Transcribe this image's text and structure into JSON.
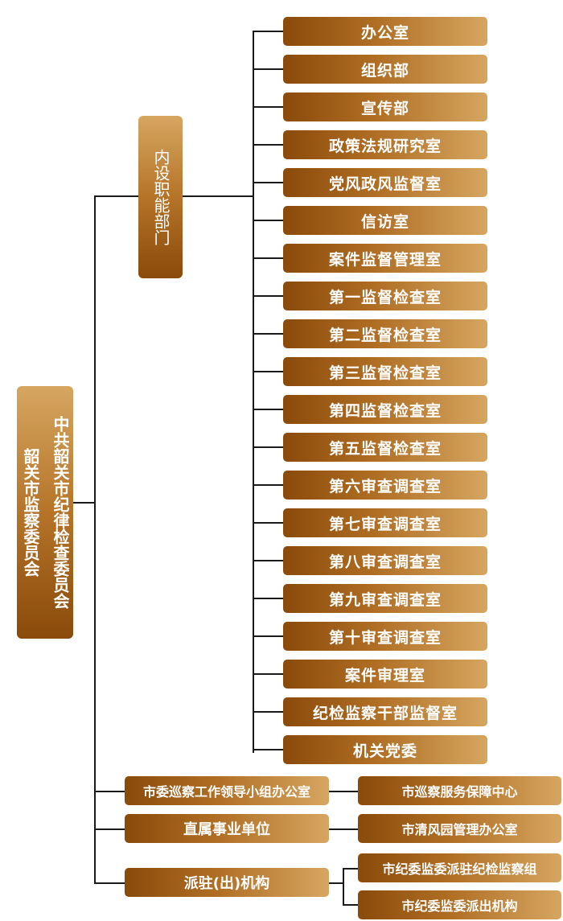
{
  "root": {
    "line1": "中共韶关市纪律检查委员会",
    "line2": "韶关市监察委员会"
  },
  "internal_group": {
    "label": "内设职能部门"
  },
  "departments": [
    "办公室",
    "组织部",
    "宣传部",
    "政策法规研究室",
    "党风政风监督室",
    "信访室",
    "案件监督管理室",
    "第一监督检查室",
    "第二监督检查室",
    "第三监督检查室",
    "第四监督检查室",
    "第五监督检查室",
    "第六审查调查室",
    "第七审查调查室",
    "第八审查调查室",
    "第九审查调查室",
    "第十审查调查室",
    "案件审理室",
    "纪检监察干部监督室",
    "机关党委"
  ],
  "branches": [
    {
      "label": "市委巡察工作领导小组办公室",
      "children": [
        "市巡察服务保障中心"
      ]
    },
    {
      "label": "直属事业单位",
      "children": [
        "市清风园管理办公室"
      ]
    },
    {
      "label": "派驻(出)机构",
      "children": [
        "市纪委监委派驻纪检监察组",
        "市纪委监委派出机构"
      ]
    }
  ]
}
